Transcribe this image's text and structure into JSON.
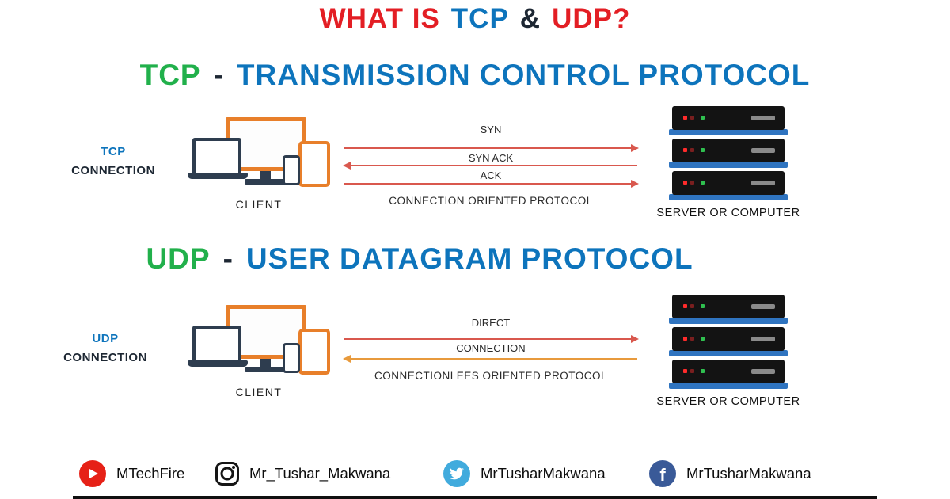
{
  "title": {
    "what_is": "WHAT IS",
    "tcp": "TCP",
    "amp": "&",
    "udp": "UDP?"
  },
  "tcp_section": {
    "abbr": "TCP",
    "dash": "-",
    "name": "TRANSMISSION CONTROL PROTOCOL",
    "side_label_line1": "TCP",
    "side_label_line2": "CONNECTION",
    "client_label": "CLIENT",
    "server_label": "SERVER  OR COMPUTER",
    "arrow1_label": "SYN",
    "arrow2_label": "SYN ACK",
    "arrow3_label": "ACK",
    "note": "CONNECTION ORIENTED PROTOCOL"
  },
  "udp_section": {
    "abbr": "UDP",
    "dash": "-",
    "name": "USER DATAGRAM PROTOCOL",
    "side_label_line1": "UDP",
    "side_label_line2": "CONNECTION",
    "client_label": "CLIENT",
    "server_label": "SERVER  OR COMPUTER",
    "arrow1_label": "DIRECT",
    "arrow2_label": "CONNECTION",
    "note": "CONNECTIONLEES ORIENTED PROTOCOL"
  },
  "footer": {
    "items": [
      {
        "icon": "youtube-icon",
        "handle": "MTechFire"
      },
      {
        "icon": "instagram-icon",
        "handle": "Mr_Tushar_Makwana"
      },
      {
        "icon": "twitter-icon",
        "handle": "MrTusharMakwana"
      },
      {
        "icon": "facebook-icon",
        "handle": "MrTusharMakwana"
      }
    ]
  },
  "icons": {
    "youtube": "play-triangle",
    "instagram": "camera-outline",
    "twitter": "bird",
    "facebook_glyph": "f"
  },
  "colors": {
    "title_red": "#e31e24",
    "heading_blue": "#0d74bc",
    "abbr_green": "#21b04b",
    "arrow_red": "#d9584e",
    "arrow_orange": "#e89a3c",
    "device_orange": "#e87f2a",
    "device_dark": "#2e3d4f",
    "server_base_blue": "#2f74c0"
  }
}
